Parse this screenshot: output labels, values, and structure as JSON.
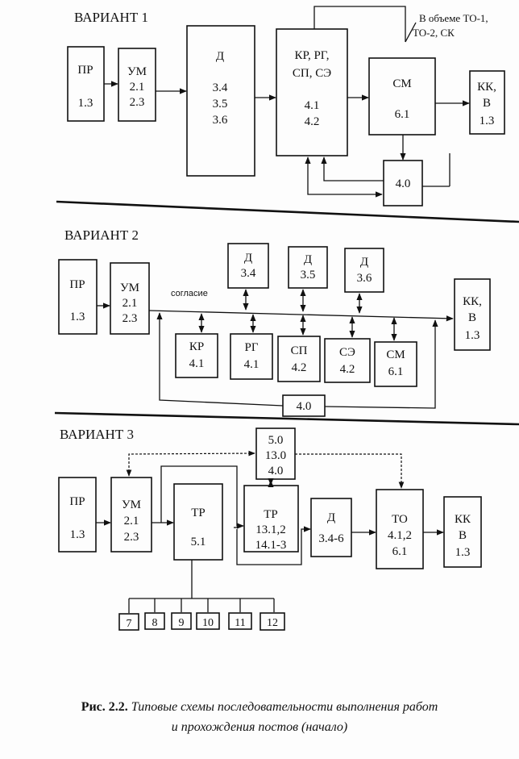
{
  "variant1": {
    "title": "ВАРИАНТ  1",
    "note": [
      "В объеме ТО-1,",
      "ТО-2, СК"
    ],
    "pr": [
      "ПР",
      "1.3"
    ],
    "um": [
      "УМ",
      "2.1",
      "2.3"
    ],
    "d": [
      "Д",
      "3.4",
      "3.5",
      "3.6"
    ],
    "kr": [
      "КР, РГ,",
      "СП, СЭ",
      "4.1",
      "4.2"
    ],
    "sm": [
      "СМ",
      "6.1"
    ],
    "kk": [
      "КК,",
      "В",
      "1.3"
    ],
    "ctrl": "4.0"
  },
  "variant2": {
    "title": "ВАРИАНТ  2",
    "bus_label": "согласие",
    "pr": [
      "ПР",
      "1.3"
    ],
    "um": [
      "УМ",
      "2.1",
      "2.3"
    ],
    "d1": [
      "Д",
      "3.4"
    ],
    "d2": [
      "Д",
      "3.5"
    ],
    "d3": [
      "Д",
      "3.6"
    ],
    "kr": [
      "КР",
      "4.1"
    ],
    "rg": [
      "РГ",
      "4.1"
    ],
    "sp": [
      "СП",
      "4.2"
    ],
    "se": [
      "СЭ",
      "4.2"
    ],
    "sm": [
      "СМ",
      "6.1"
    ],
    "kk": [
      "КК,",
      "В",
      "1.3"
    ],
    "ctrl": "4.0"
  },
  "variant3": {
    "title": "ВАРИАНТ 3",
    "top": [
      "5.0",
      "13.0",
      "4.0"
    ],
    "pr": [
      "ПР",
      "1.3"
    ],
    "um": [
      "УМ",
      "2.1",
      "2.3"
    ],
    "tr1": [
      "ТР",
      "5.1"
    ],
    "tr2": [
      "ТР",
      "13.1,2",
      "14.1-3"
    ],
    "d": [
      "Д",
      "3.4-6"
    ],
    "to": [
      "ТО",
      "4.1,2",
      "6.1"
    ],
    "kk": [
      "КК",
      "В",
      "1.3"
    ],
    "small": [
      "7",
      "8",
      "9",
      "10",
      "11",
      "12"
    ]
  },
  "caption": {
    "fig": "Рис. 2.2.",
    "line1": "Типовые схемы последовательности выполнения работ",
    "line2": "и прохождения постов (начало)"
  }
}
